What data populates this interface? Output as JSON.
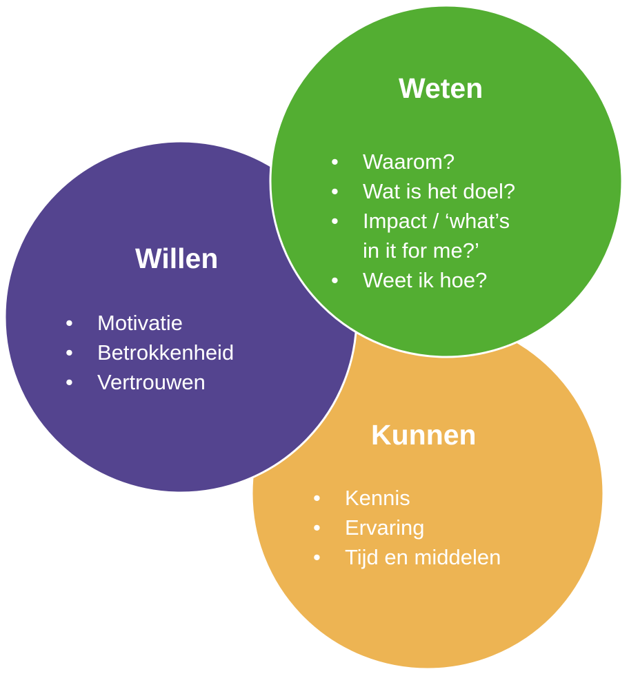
{
  "colors": {
    "willen": "#54448F",
    "weten": "#53AE32",
    "kunnen": "#EDB453"
  },
  "willen": {
    "title": "Willen",
    "items": [
      "Motivatie",
      "Betrokkenheid",
      "Vertrouwen"
    ]
  },
  "weten": {
    "title": "Weten",
    "items": [
      "Waarom?",
      "Wat is het doel?",
      "Impact / ‘what’s\nin it for me?’",
      "Weet ik hoe?"
    ]
  },
  "kunnen": {
    "title": "Kunnen",
    "items": [
      "Kennis",
      "Ervaring",
      "Tijd en middelen"
    ]
  }
}
